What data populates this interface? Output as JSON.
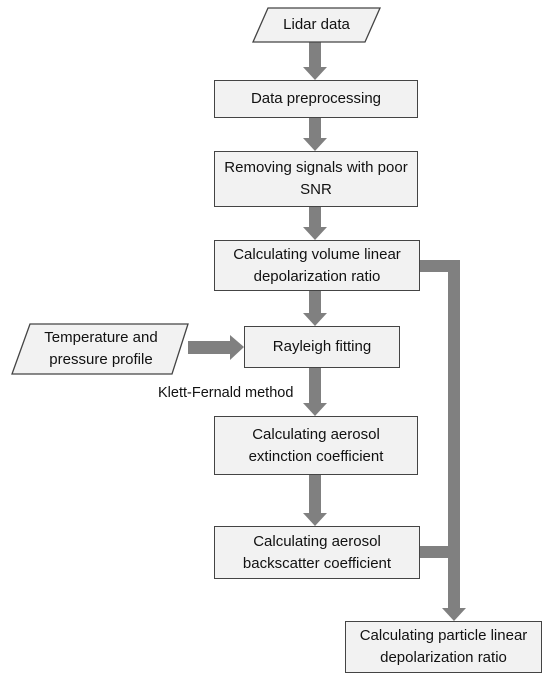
{
  "nodes": {
    "lidar_data": "Lidar data",
    "data_preprocessing": "Data preprocessing",
    "removing_signals": "Removing signals with poor SNR",
    "volume_ratio": "Calculating volume linear depolarization ratio",
    "temp_pressure": "Temperature and pressure profile",
    "rayleigh_fitting": "Rayleigh fitting",
    "extinction": "Calculating aerosol extinction coefficient",
    "backscatter": "Calculating aerosol backscatter coefficient",
    "particle_ratio": "Calculating particle linear depolarization ratio"
  },
  "edge_labels": {
    "klett_fernald": "Klett-Fernald method"
  },
  "colors": {
    "box_fill": "#f2f2f2",
    "box_border": "#444444",
    "arrow": "#808080"
  }
}
